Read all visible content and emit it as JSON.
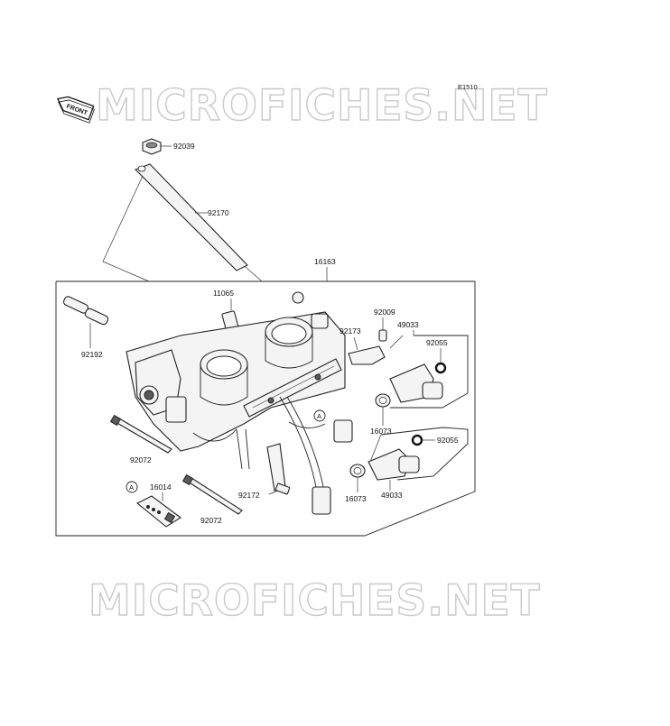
{
  "diagram": {
    "code": "E1510",
    "front_label": "FRONT",
    "watermark_top": "MICROFICHES.NET",
    "watermark_bottom": "MICROFICHES.NET",
    "callout_a": "A",
    "parts": {
      "p92039": "92039",
      "p92170": "92170",
      "p16163": "16163",
      "p11065": "11065",
      "p92009": "92009",
      "p92173": "92173",
      "p49033_top": "49033",
      "p92055_top": "92055",
      "p92192": "92192",
      "p16073_top": "16073",
      "p92055_bottom": "92055",
      "p92072_left": "92072",
      "p16014": "16014",
      "p92172": "92172",
      "p16073_bottom": "16073",
      "p49033_bottom": "49033",
      "p92072_bottom": "92072"
    }
  }
}
